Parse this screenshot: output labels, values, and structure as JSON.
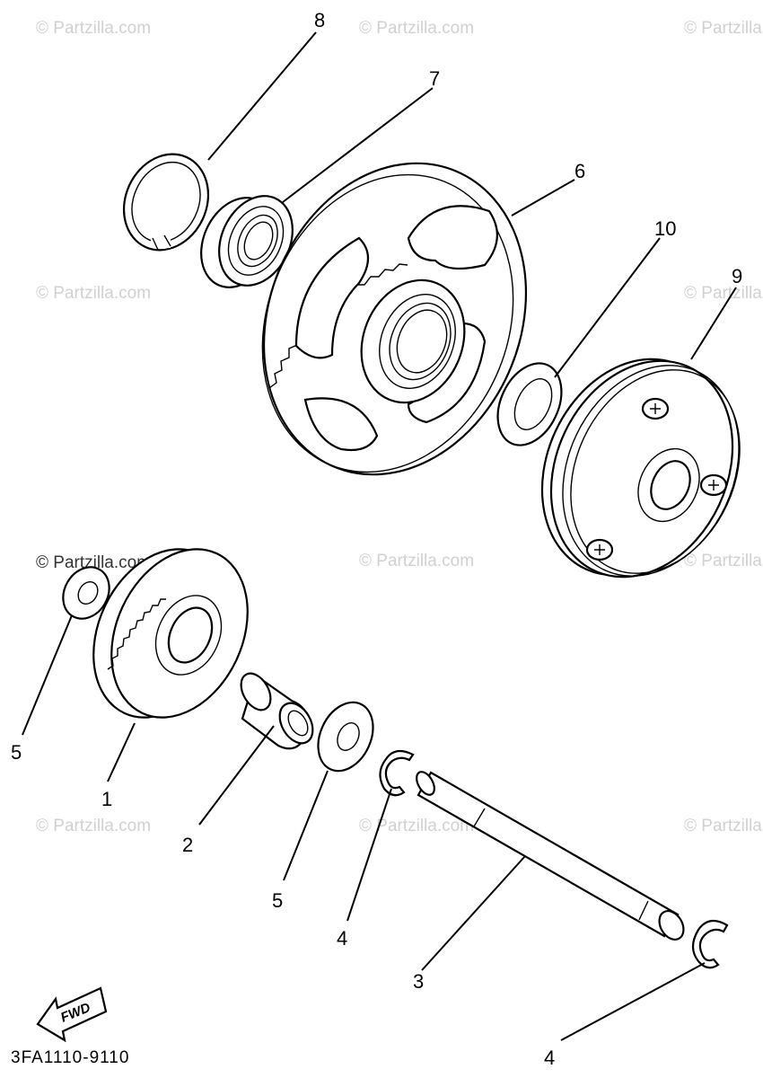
{
  "watermark": "© Partzilla.com",
  "diagram_code": "3FA1110-9110",
  "fwd_label": "FWD",
  "callouts": {
    "c1": "1",
    "c2": "2",
    "c3": "3",
    "c4a": "4",
    "c4b": "4",
    "c5a": "5",
    "c5b": "5",
    "c6": "6",
    "c7": "7",
    "c8": "8",
    "c9": "9",
    "c10": "10"
  }
}
